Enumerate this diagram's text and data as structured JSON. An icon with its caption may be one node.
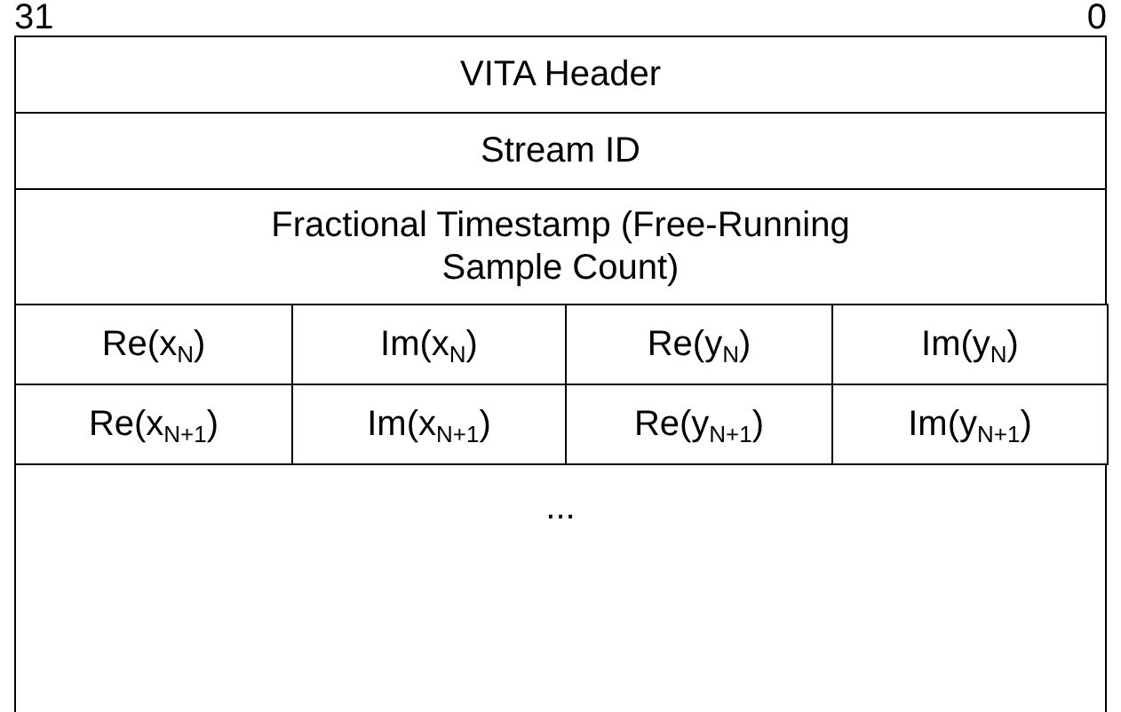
{
  "diagram": {
    "nodes": [
      {
        "text": [
          "VITA Header"
        ]
      },
      {
        "text": [
          "Stream ID"
        ]
      },
      {
        "text": [
          "Fractional Timestamp (Free-Running Sample Count)"
        ]
      },
      {
        "text": [
          "Re(x$_{N}$)"
        ]
      },
      {
        "text": [
          "Im(x$_{N}$)"
        ]
      },
      {
        "text": [
          "Re(y$_{N}$)"
        ]
      },
      {
        "text": [
          "Im(y$_{N}$)"
        ]
      },
      {
        "text": [
          "Re(x$_{N+1}$)"
        ]
      },
      {
        "text": [
          "Im(x$_{N+1}$)"
        ]
      },
      {
        "text": [
          "Re(y$_{N+1}$)"
        ]
      },
      {
        "text": [
          "Im(y$_{N+1}$)"
        ]
      },
      {
        "text": [
          "..."
        ]
      }
    ],
    "labels": [
      "31",
      "0"
    ]
  }
}
